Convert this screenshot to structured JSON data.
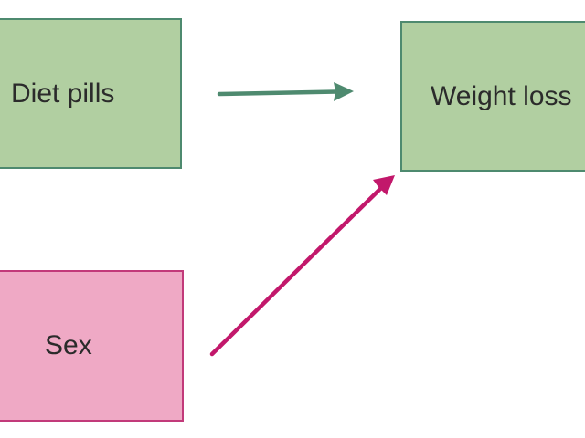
{
  "colors": {
    "green_fill": "#b1cfa1",
    "green_stroke": "#4e8a6f",
    "pink_fill": "#efa9c5",
    "pink_stroke": "#c23a7a",
    "green_arrow": "#4e8a6f",
    "pink_arrow": "#c2186b"
  },
  "nodes": {
    "diet_pills": {
      "label": "Diet pills"
    },
    "weight_loss": {
      "label": "Weight loss"
    },
    "sex": {
      "label": "Sex"
    }
  },
  "edges": [
    {
      "from": "diet_pills",
      "to": "weight_loss",
      "color": "green_arrow"
    },
    {
      "from": "sex",
      "to": "weight_loss",
      "color": "pink_arrow"
    }
  ]
}
